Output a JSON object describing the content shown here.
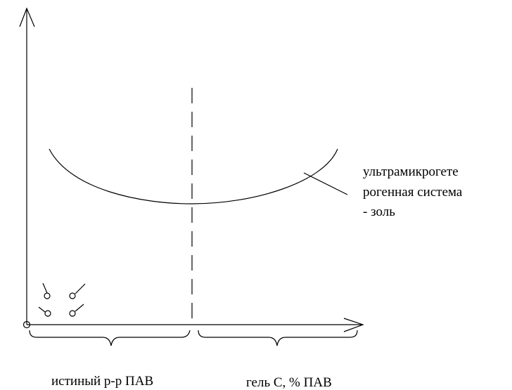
{
  "diagram": {
    "curve_label_lines": [
      "ультрамикрогете",
      "рогенная система",
      "- золь"
    ],
    "region_left_label": "истиный р-р ПАВ",
    "region_right_label": "гель С, % ПАВ"
  },
  "colors": {
    "stroke": "#000000",
    "background": "#ffffff"
  }
}
